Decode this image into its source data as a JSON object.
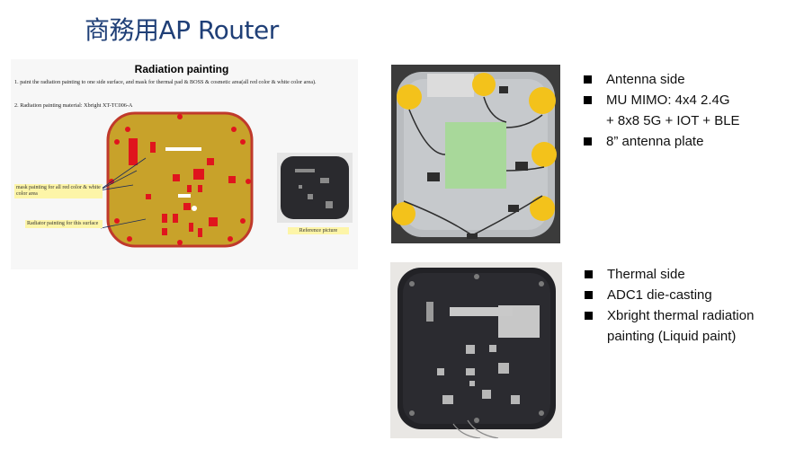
{
  "slide": {
    "title": "商務用AP Router"
  },
  "document": {
    "heading": "Radiation painting",
    "line1": "1.  paint the radiation painting to one side surface, and mask for thermal pad & BOSS & cosmetic area(all red color & white color area).",
    "line2": "2.  Radiation painting material: Xbright  XT-TC006-A",
    "callout_mask": "mask painting for all red color & white color area",
    "callout_radiator": "Radiator painting for this surface",
    "reference_caption": "Reference picture"
  },
  "antenna_list": [
    {
      "text": "Antenna side"
    },
    {
      "text": "MU MIMO: 4x4 2.4G"
    },
    {
      "text": "+ 8x8 5G + IOT + BLE",
      "continuation": true
    },
    {
      "text": "8” antenna plate"
    }
  ],
  "thermal_list": [
    {
      "text": "Thermal side"
    },
    {
      "text": "ADC1 die-casting"
    },
    {
      "text": "Xbright thermal radiation"
    },
    {
      "text": "painting (Liquid paint)",
      "continuation": true
    }
  ],
  "colors": {
    "title": "#1f3f77",
    "paint_gold": "#c8a22a",
    "mask_red": "#e0151d",
    "pad_yellow": "#f3c21b",
    "green_block": "#a8d89a"
  }
}
